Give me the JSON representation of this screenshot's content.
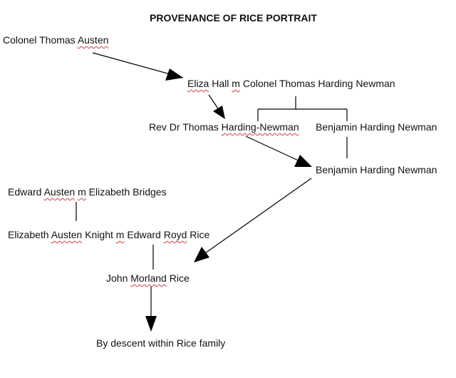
{
  "title": "PROVENANCE OF RICE PORTRAIT",
  "nodes": {
    "colonel_thomas_austen": {
      "words": [
        "Colonel Thomas",
        "Austen"
      ]
    },
    "eliza_hall": {
      "words": [
        "Eliza",
        " Hall ",
        "m",
        " Colonel Thomas Harding Newman"
      ]
    },
    "rev_dr_thomas": {
      "words": [
        "Rev Dr Thomas ",
        "Harding-Newman"
      ]
    },
    "benjamin_top": {
      "words": [
        "Benjamin Harding Newman"
      ]
    },
    "benjamin_mid": {
      "words": [
        "Benjamin Harding Newman"
      ]
    },
    "edward_austen": {
      "words": [
        "Edward ",
        "Austen",
        " ",
        "m",
        " Elizabeth Bridges"
      ]
    },
    "elizabeth_austen_knight": {
      "words": [
        "Elizabeth ",
        "Austen",
        " Knight ",
        "m",
        " Edward ",
        "Royd",
        " Rice"
      ]
    },
    "john_morland_rice": {
      "words": [
        "John ",
        "Morland",
        " Rice"
      ]
    },
    "by_descent": {
      "words": [
        "By descent within Rice family"
      ]
    }
  },
  "colors": {
    "line": "#000000",
    "spellcheck_underline": "#d23c3c"
  }
}
